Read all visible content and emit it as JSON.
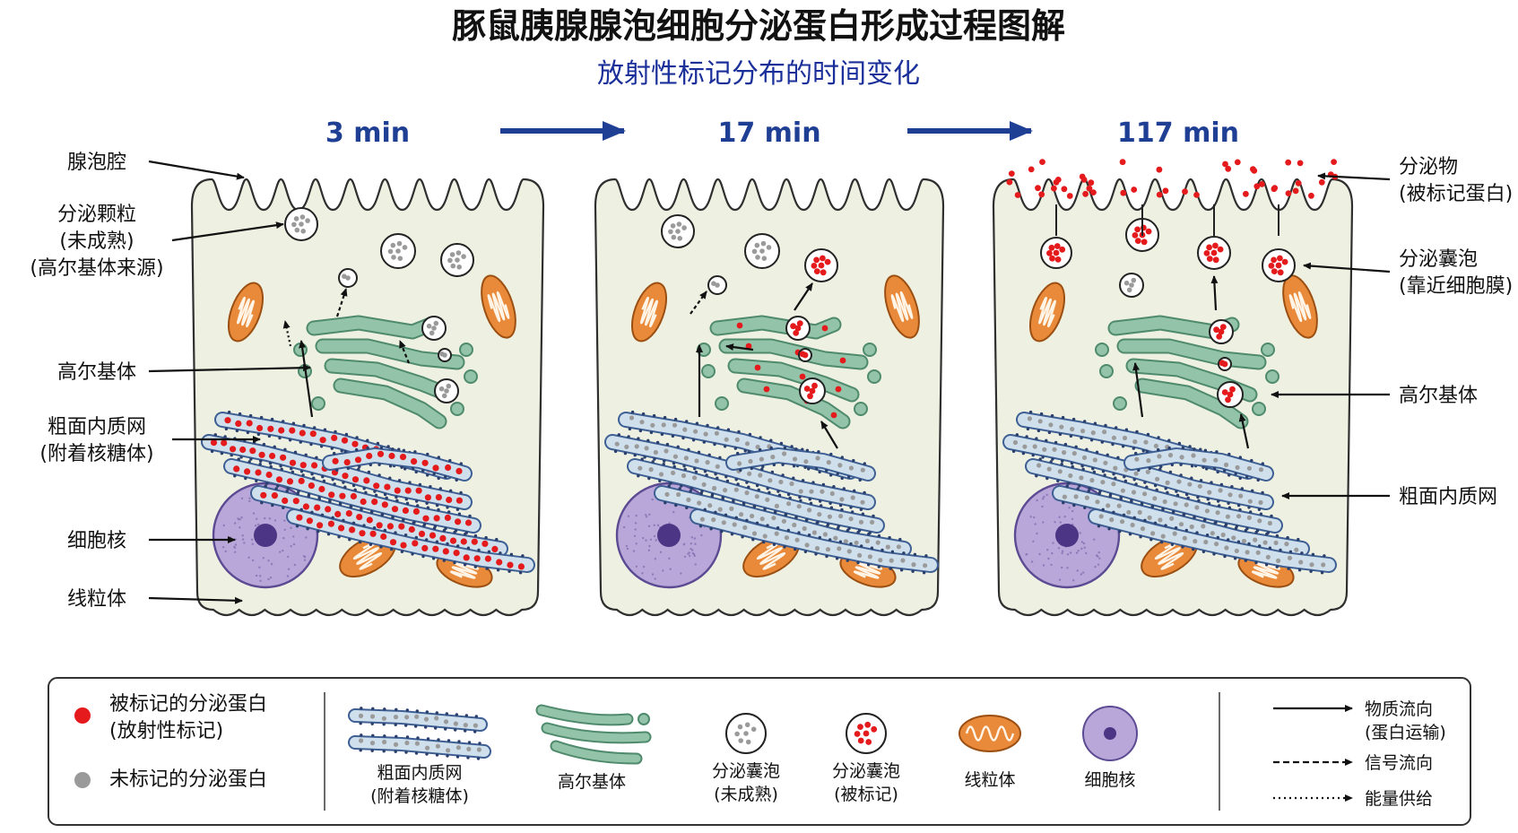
{
  "title": "豚鼠胰腺腺泡细胞分泌蛋白形成过程图解",
  "subtitle": "放射性标记分布的时间变化",
  "panels": [
    {
      "time": "3 min"
    },
    {
      "time": "17 min"
    },
    {
      "time": "117 min"
    }
  ],
  "left_labels": [
    {
      "lines": [
        "腺泡腔"
      ]
    },
    {
      "lines": [
        "分泌颗粒",
        "(未成熟)",
        "(高尔基体来源)"
      ]
    },
    {
      "lines": [
        "高尔基体"
      ]
    },
    {
      "lines": [
        "粗面内质网",
        "(附着核糖体)"
      ]
    },
    {
      "lines": [
        "细胞核"
      ]
    },
    {
      "lines": [
        "线粒体"
      ]
    }
  ],
  "right_labels": [
    {
      "lines": [
        "分泌物",
        "(被标记蛋白)"
      ]
    },
    {
      "lines": [
        "分泌囊泡",
        "(靠近细胞膜)"
      ]
    },
    {
      "lines": [
        "高尔基体"
      ]
    },
    {
      "lines": [
        "粗面内质网"
      ]
    }
  ],
  "legend": {
    "dots": [
      {
        "lines": [
          "被标记的分泌蛋白",
          "(放射性标记)"
        ],
        "color": "#e41a1c"
      },
      {
        "lines": [
          "未标记的分泌蛋白"
        ],
        "color": "#9a9a9a"
      }
    ],
    "icons": [
      {
        "icon": "rough-er-icon",
        "lines": [
          "粗面内质网",
          "(附着核糖体)"
        ]
      },
      {
        "icon": "golgi-icon",
        "lines": [
          "高尔基体"
        ]
      },
      {
        "icon": "vesicle-unlabeled-icon",
        "lines": [
          "分泌囊泡",
          "(未成熟)"
        ]
      },
      {
        "icon": "vesicle-labeled-icon",
        "lines": [
          "分泌囊泡",
          "(被标记)"
        ]
      },
      {
        "icon": "mitochondrion-icon",
        "lines": [
          "线粒体"
        ]
      },
      {
        "icon": "nucleus-icon",
        "lines": [
          "细胞核"
        ]
      }
    ],
    "arrows": [
      {
        "style": "solid",
        "lines": [
          "物质流向",
          "(蛋白运输)"
        ]
      },
      {
        "style": "dashed",
        "lines": [
          "信号流向"
        ]
      },
      {
        "style": "dotted",
        "lines": [
          "能量供给"
        ]
      }
    ]
  },
  "colors": {
    "title": "#111111",
    "subtitle": "#1a2f9a",
    "time": "#1f3f95",
    "cell_fill": "#eef1e2",
    "er_fill": "#cfe0ec",
    "er_stroke": "#3e5f94",
    "golgi_fill": "#93c3a9",
    "golgi_stroke": "#4f8a6d",
    "nucleus_fill": "#b8a7d8",
    "nucleolus": "#4b3584",
    "mito_fill": "#e98a3a",
    "mito_stroke": "#9b4f12",
    "labeled": "#e41a1c",
    "unlabeled": "#9a9a9a"
  }
}
